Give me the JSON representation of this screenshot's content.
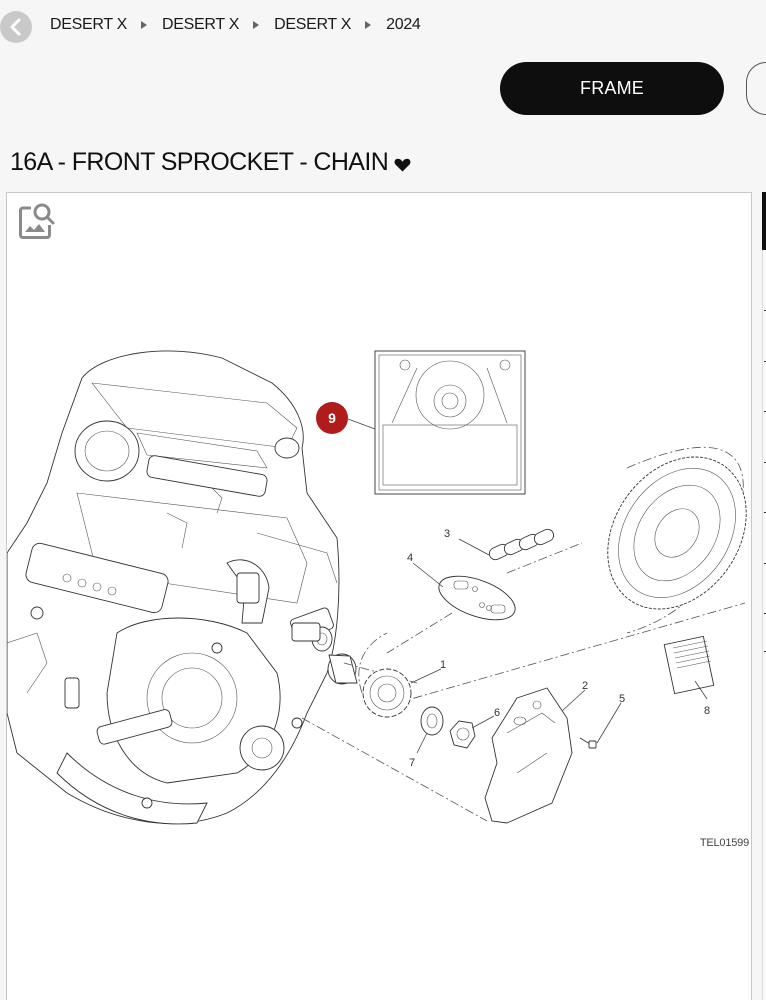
{
  "breadcrumb": {
    "items": [
      "DESERT X",
      "DESERT X",
      "DESERT X",
      "2024"
    ]
  },
  "toolbar": {
    "frame_label": "FRAME"
  },
  "section": {
    "title": "16A - FRONT SPROCKET - CHAIN"
  },
  "diagram": {
    "code": "TEL01599",
    "highlight_badge": "9",
    "callouts": [
      "1",
      "2",
      "3",
      "4",
      "5",
      "6",
      "7",
      "8"
    ],
    "accent_color": "#b01c1c"
  },
  "icons": {
    "back": "chevron-left-icon",
    "title_toggle": "heart-icon",
    "image_zoom": "image-search-icon"
  }
}
